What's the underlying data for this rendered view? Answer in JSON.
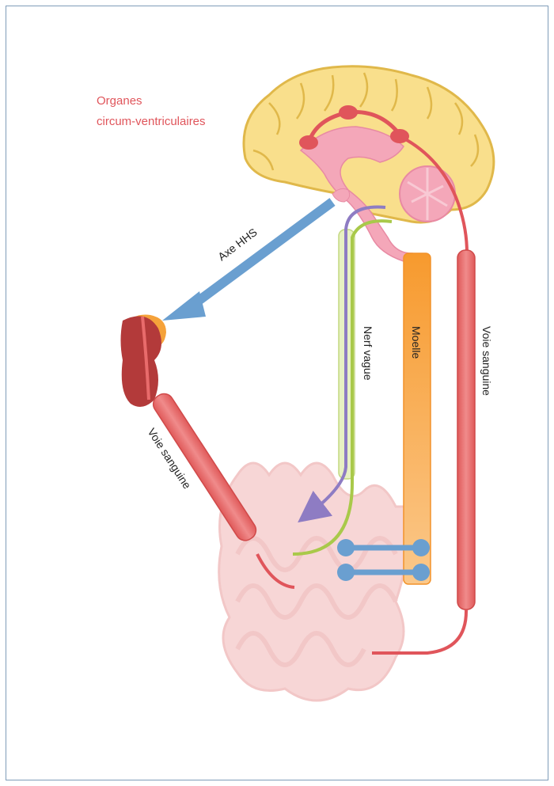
{
  "labels": {
    "organes_line1": "Organes",
    "organes_line2": "circum-ventriculaires",
    "axe_hhs": "Axe HHS",
    "nerf_vague": "Nerf vague",
    "moelle": "Moelle",
    "voie_sanguine_right": "Voie sanguine",
    "voie_sanguine_left": "Voie sanguine"
  },
  "colors": {
    "frame": "#7f9db9",
    "brain_fill": "#f9df8c",
    "brain_outline": "#e0b84a",
    "brain_inner": "#f4a7b9",
    "circumventricular": "#e0555b",
    "axe_hhs_arrow": "#6a9fd0",
    "vagus": "#a9c94a",
    "vagus_tube": "#d9e89a",
    "purple_path": "#8e7cc3",
    "spinal_cord": "#f7a23e",
    "blood_vessel": "#e86b6b",
    "adrenal_kidney": "#b33a3a",
    "adrenal_cap": "#f5a23a",
    "intestine": "#f2b6b6",
    "blue_connector": "#6a9fd0"
  },
  "icons": {
    "brain": "brain-icon",
    "kidney": "kidney-adrenal-icon",
    "intestine": "intestine-icon"
  }
}
